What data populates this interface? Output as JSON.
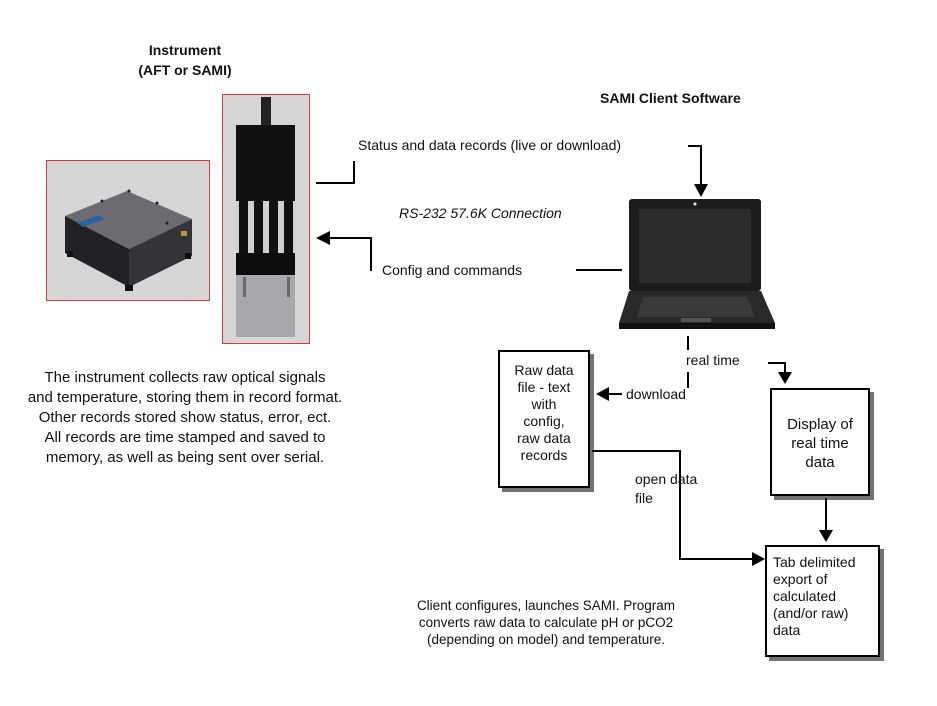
{
  "instrument": {
    "title_line1": "Instrument",
    "title_line2": "(AFT or SAMI)"
  },
  "client_title": "SAMI Client Software",
  "labels": {
    "status_records": "Status and data records (live or download)",
    "connection": "RS-232 57.6K Connection",
    "config_commands": "Config and commands",
    "real_time": "real time",
    "download": "download",
    "open_data_file_1": "open data",
    "open_data_file_2": "file"
  },
  "boxes": {
    "raw_data": [
      "Raw data",
      "file - text",
      "with",
      "config,",
      "raw data",
      "records"
    ],
    "display": [
      "Display of",
      "real time",
      "data"
    ],
    "export": [
      "Tab delimited",
      "export of",
      "calculated",
      "(and/or raw)",
      "data"
    ]
  },
  "descriptions": {
    "instrument": [
      "The instrument collects raw optical signals",
      "and temperature, storing them in record format.",
      "Other records stored show status, error, ect.",
      "All records are time stamped and saved to",
      "memory, as well as being sent over serial."
    ],
    "client": [
      "Client configures, launches SAMI.  Program",
      "converts raw data to calculate pH or pCO2",
      "(depending on model) and temperature."
    ]
  },
  "colors": {
    "frame": "#d9393b",
    "frame_bg": "#d6d6d6"
  }
}
